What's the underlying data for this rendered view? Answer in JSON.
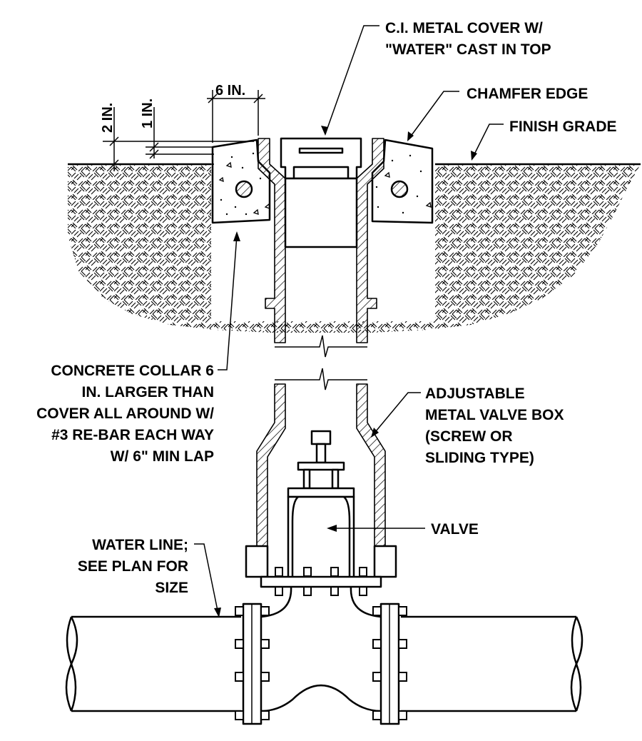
{
  "labels": {
    "cover_line1": "C.I. METAL COVER W/",
    "cover_line2": "\"WATER\" CAST IN TOP",
    "chamfer": "CHAMFER EDGE",
    "finish_grade": "FINISH GRADE",
    "collar_line1": "CONCRETE COLLAR 6",
    "collar_line2": "IN. LARGER THAN",
    "collar_line3": "COVER ALL AROUND W/",
    "collar_line4": "#3 RE-BAR EACH WAY",
    "collar_line5": "W/ 6\" MIN LAP",
    "box_line1": "ADJUSTABLE",
    "box_line2": "METAL VALVE BOX",
    "box_line3": "(SCREW OR",
    "box_line4": "SLIDING TYPE)",
    "valve": "VALVE",
    "water_line1": "WATER LINE;",
    "water_line2": "SEE PLAN FOR",
    "water_line3": "SIZE"
  },
  "dimensions": {
    "width": "6 IN.",
    "two_in": "2 IN.",
    "one_in": "1 IN."
  }
}
